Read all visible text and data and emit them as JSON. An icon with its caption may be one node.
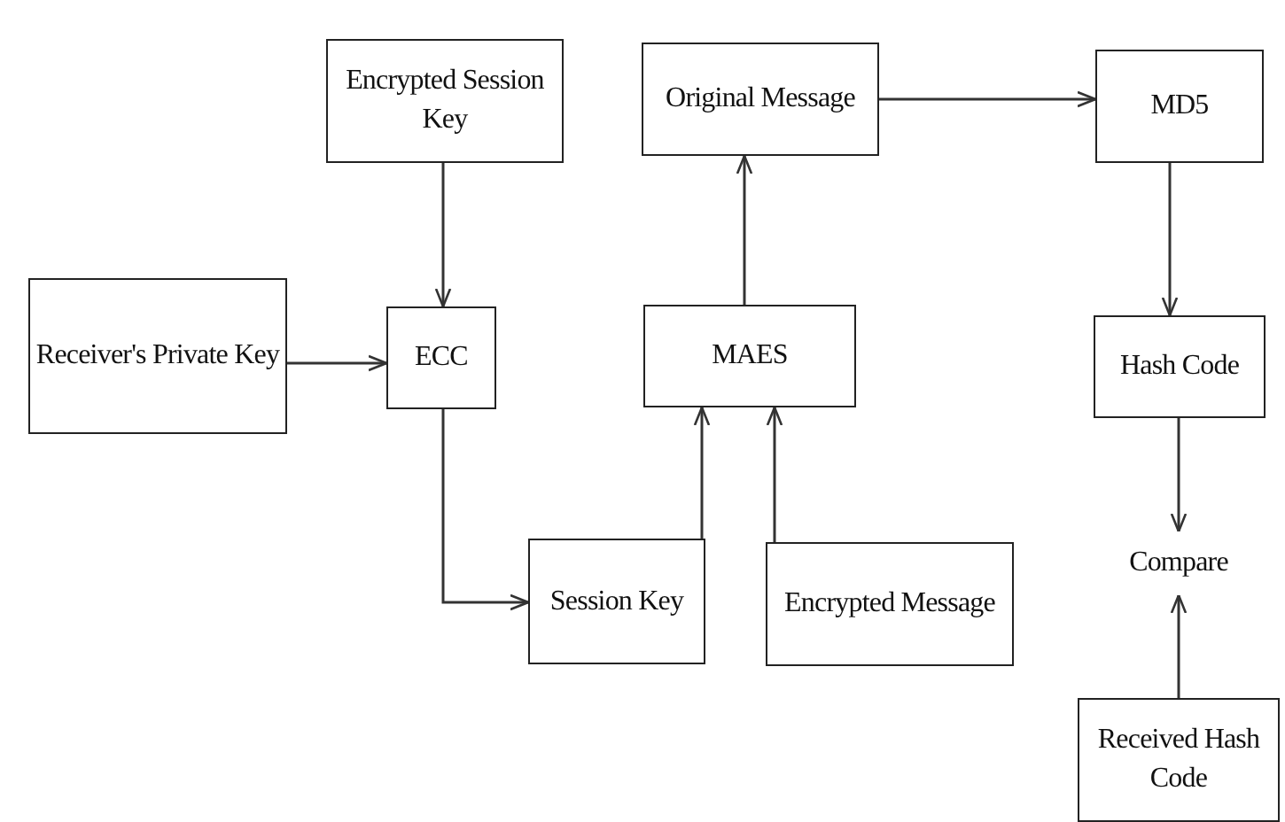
{
  "diagram": {
    "nodes": [
      {
        "text": [
          "Encrypted Session Key"
        ]
      },
      {
        "text": [
          "Receiver's Private Key"
        ]
      },
      {
        "text": [
          "ECC"
        ]
      },
      {
        "text": [
          "Original Message"
        ]
      },
      {
        "text": [
          "MAES"
        ]
      },
      {
        "text": [
          "Session Key"
        ]
      },
      {
        "text": [
          "Encrypted Message"
        ]
      },
      {
        "text": [
          "MD5"
        ]
      },
      {
        "text": [
          "Hash Code"
        ]
      },
      {
        "text": [
          "Compare"
        ]
      },
      {
        "text": [
          "Received Hash Code"
        ]
      }
    ],
    "edges": [
      {
        "from": 0,
        "to": 2,
        "arrow": "to"
      },
      {
        "from": 1,
        "to": 2,
        "arrow": "to"
      },
      {
        "from": 2,
        "to": 5,
        "arrow": "to"
      },
      {
        "from": 5,
        "to": 4,
        "arrow": "to"
      },
      {
        "from": 6,
        "to": 4,
        "arrow": "to"
      },
      {
        "from": 4,
        "to": 3,
        "arrow": "to"
      },
      {
        "from": 3,
        "to": 7,
        "arrow": "to"
      },
      {
        "from": 7,
        "to": 8,
        "arrow": "to"
      },
      {
        "from": 8,
        "to": 9,
        "arrow": "to"
      },
      {
        "from": 10,
        "to": 9,
        "arrow": "to"
      }
    ]
  }
}
